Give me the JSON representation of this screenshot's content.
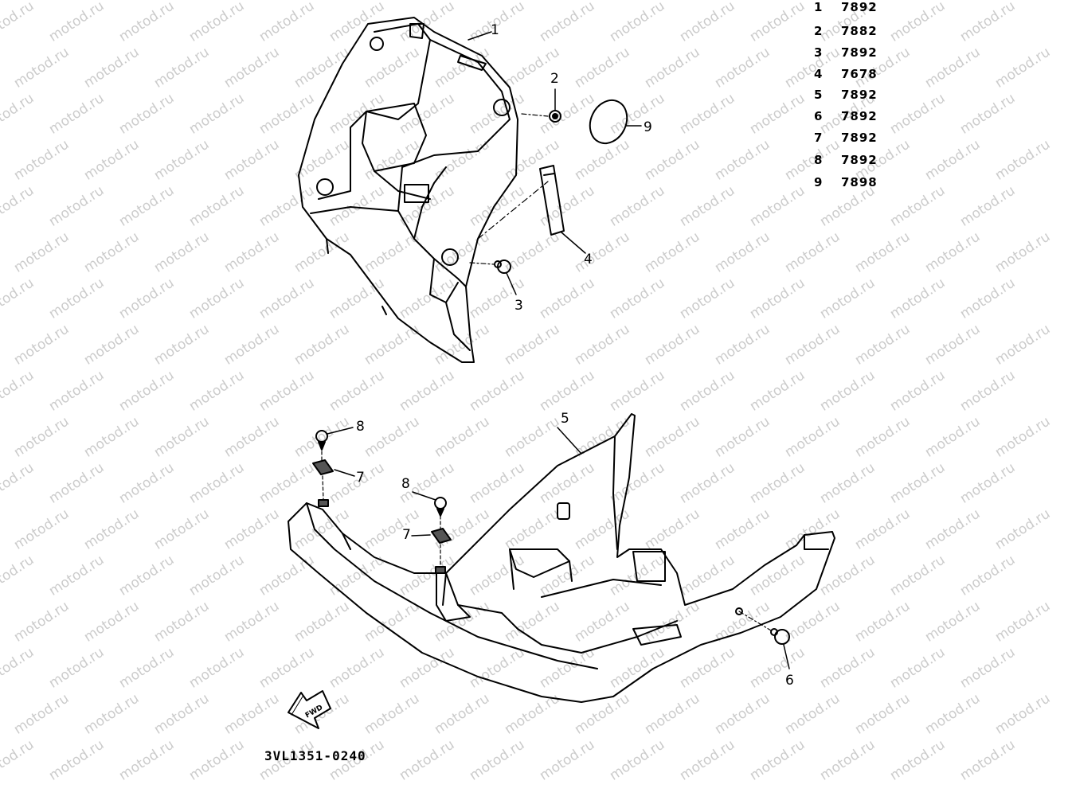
{
  "watermark_text": "motod.ru",
  "callouts": [
    "1",
    "2",
    "3",
    "4",
    "5",
    "6",
    "7",
    "7",
    "8",
    "8",
    "9"
  ],
  "parts_list": [
    {
      "num": "1",
      "pn": "7892"
    },
    {
      "num": "2",
      "pn": "7882"
    },
    {
      "num": "3",
      "pn": "7892"
    },
    {
      "num": "4",
      "pn": "7678"
    },
    {
      "num": "5",
      "pn": "7892"
    },
    {
      "num": "6",
      "pn": "7892"
    },
    {
      "num": "7",
      "pn": "7892"
    },
    {
      "num": "8",
      "pn": "7892"
    },
    {
      "num": "9",
      "pn": "7898"
    }
  ],
  "diagram_code": "3VL1351-0240",
  "fwd_label": "FWD"
}
